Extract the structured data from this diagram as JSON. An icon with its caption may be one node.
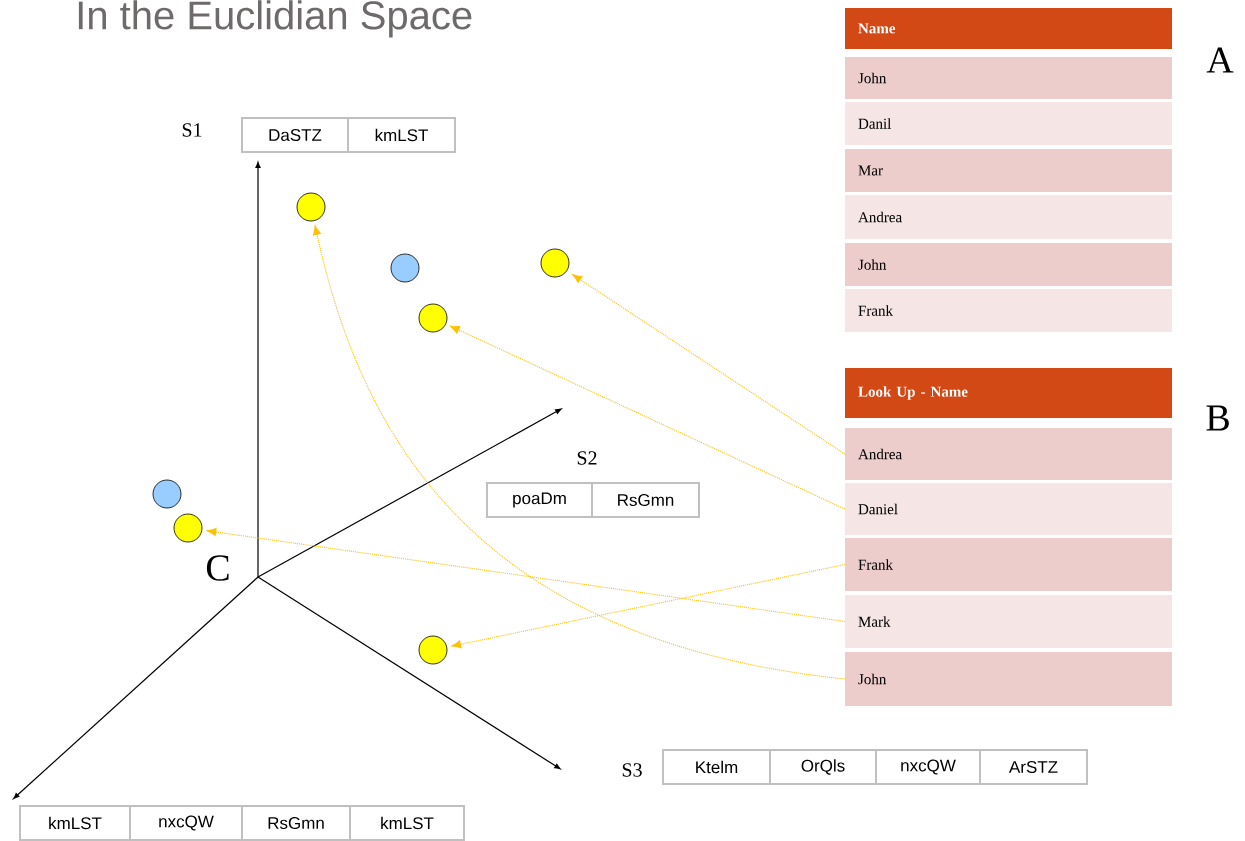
{
  "diagram": {
    "title": "In the Euclidian Space",
    "nodes": [
      {
        "text": [
          "Name"
        ]
      },
      {
        "text": [
          "John"
        ]
      },
      {
        "text": [
          "Danil"
        ]
      },
      {
        "text": [
          "Mar"
        ]
      },
      {
        "text": [
          "Andrea"
        ]
      },
      {
        "text": [
          "John"
        ]
      },
      {
        "text": [
          "Frank"
        ]
      },
      {
        "text": [
          "Look Up - Name"
        ]
      },
      {
        "text": [
          "Andrea"
        ]
      },
      {
        "text": [
          "Daniel"
        ]
      },
      {
        "text": [
          "Frank"
        ]
      },
      {
        "text": [
          "Mark"
        ]
      },
      {
        "text": [
          "John"
        ]
      },
      {
        "text": [],
        "shape": "circle"
      },
      {
        "text": [],
        "shape": "circle"
      },
      {
        "text": [],
        "shape": "circle"
      },
      {
        "text": [],
        "shape": "circle"
      },
      {
        "text": [],
        "shape": "circle"
      },
      {
        "text": [],
        "shape": "circle"
      },
      {
        "text": [],
        "shape": "circle"
      },
      {
        "text": [
          "DaSTZ"
        ]
      },
      {
        "text": [
          "kmLST"
        ]
      },
      {
        "text": [
          "poaDm"
        ]
      },
      {
        "text": [
          "RsGmn"
        ]
      },
      {
        "text": [
          "Ktelm"
        ]
      },
      {
        "text": [
          "OrQls"
        ]
      },
      {
        "text": [
          "nxcQW"
        ]
      },
      {
        "text": [
          "ArSTZ"
        ]
      },
      {
        "text": [
          "kmLST"
        ]
      },
      {
        "text": [
          "nxcQW"
        ]
      },
      {
        "text": [
          "RsGmn"
        ]
      },
      {
        "text": [
          "kmLST"
        ]
      }
    ],
    "edges": [
      {
        "from": 8,
        "to": 14,
        "arrow": "to"
      },
      {
        "from": 9,
        "to": 16,
        "arrow": "to"
      },
      {
        "from": 10,
        "to": 19,
        "arrow": "to"
      },
      {
        "from": 11,
        "to": 18,
        "arrow": "to"
      },
      {
        "from": 12,
        "to": 13,
        "arrow": "to"
      }
    ],
    "labels": [
      "A",
      "S1",
      "B",
      "S2",
      "C",
      "S3"
    ]
  }
}
